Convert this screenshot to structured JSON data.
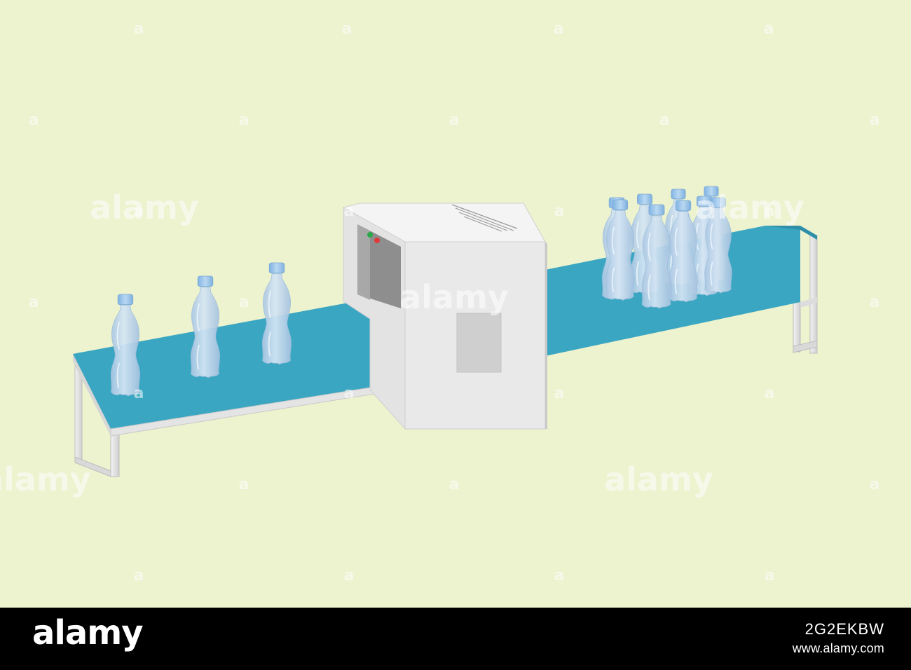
{
  "colors": {
    "background": "#edf2cf",
    "belt": "#3aa6c2",
    "frame": "#e6e6e6",
    "machine_front": "#e9e9e9",
    "machine_top": "#f4f4f4",
    "machine_side": "#cfcfcf",
    "bottle": "#bcd5ea",
    "cap": "#92c3ea",
    "indicator_green": "#2aa84a",
    "indicator_red": "#e23a3a",
    "footer": "#000000"
  },
  "scene": {
    "left_bottles": 3,
    "right_bottles": 9
  },
  "watermark": {
    "word": "alamy",
    "glyph": "a"
  },
  "footer": {
    "logo": "alamy",
    "image_id": "2G2EKBW",
    "site": "www.alamy.com"
  }
}
